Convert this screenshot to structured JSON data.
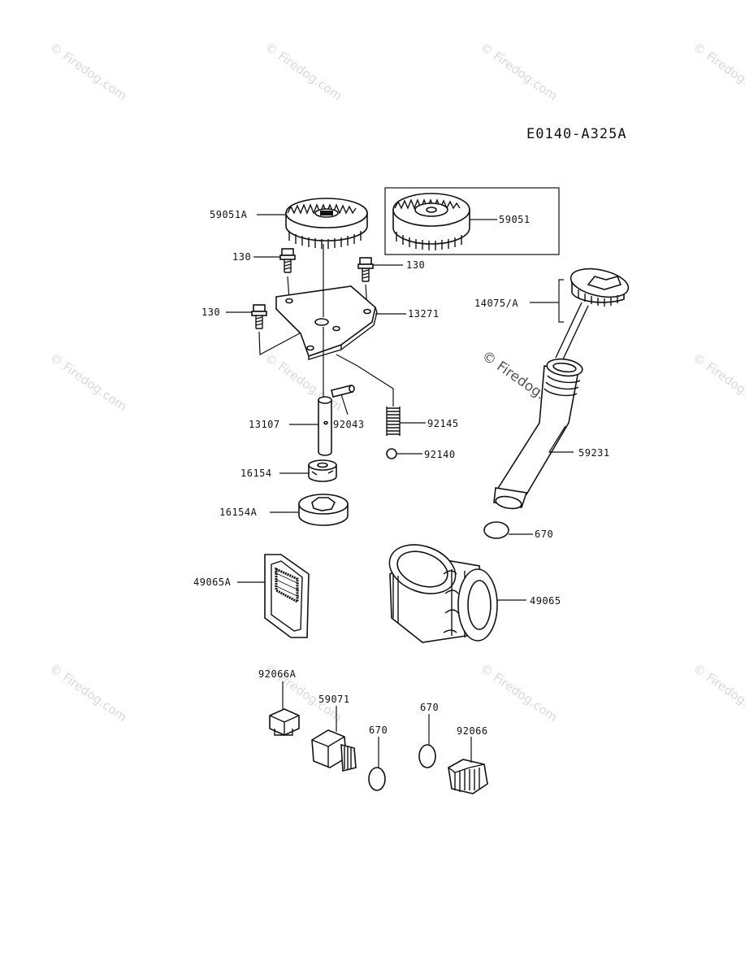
{
  "diagram": {
    "code": "E0140-A325A",
    "watermark_text": "© Firedog.com",
    "watermark_visible": "© Firedog.com",
    "callouts": {
      "p59051A": "59051A",
      "p59051": "59051",
      "p130a": "130",
      "p130b": "130",
      "p130c": "130",
      "p13271": "13271",
      "p14075A": "14075/A",
      "p13107": "13107",
      "p92043": "92043",
      "p92145": "92145",
      "p92140": "92140",
      "p59231": "59231",
      "p16154": "16154",
      "p16154A": "16154A",
      "p670a": "670",
      "p49065A": "49065A",
      "p49065": "49065",
      "p92066A": "92066A",
      "p59071": "59071",
      "p670b": "670",
      "p670c": "670",
      "p92066": "92066"
    }
  }
}
